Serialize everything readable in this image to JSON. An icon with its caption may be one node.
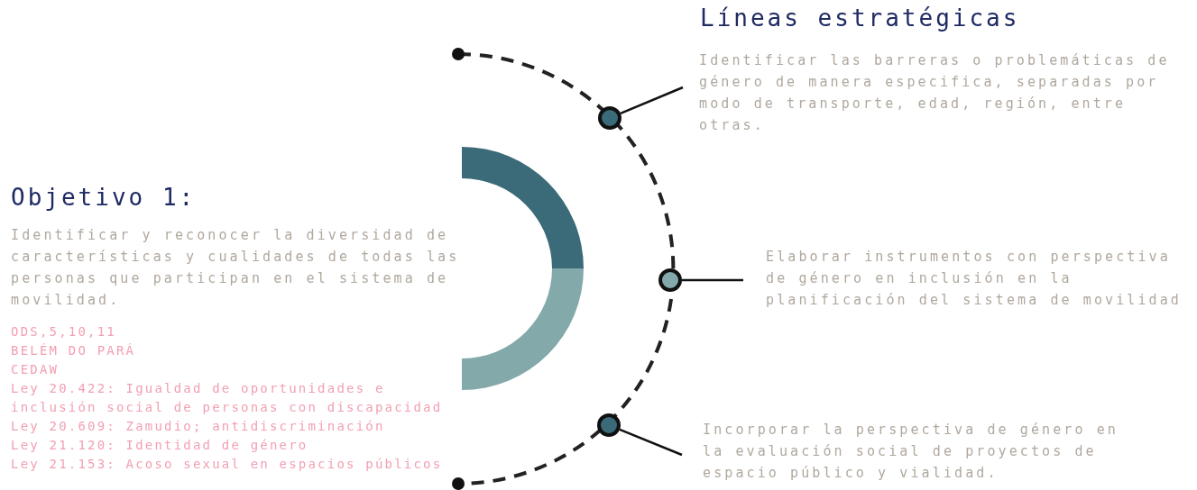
{
  "diagram": {
    "title": "Líneas estratégicas",
    "nodes": [
      {
        "text": [],
        "shape": "circle"
      },
      {
        "text": [
          "Identificar las barreras o problemáticas de género de manera especifica, separadas por modo de transporte, edad, región, entre otras."
        ]
      },
      {
        "text": [],
        "shape": "circle"
      },
      {
        "text": [
          "Elaborar instrumentos con perspectiva de género en inclusión en la planificación del sistema de movilidad"
        ]
      },
      {
        "text": [],
        "shape": "circle"
      },
      {
        "text": [
          "Incorporar la perspectiva de género en la evaluación social de proyectos de espacio público y vialidad."
        ]
      }
    ],
    "edges": [
      {
        "from": 0,
        "to": 1,
        "arrow": "none"
      },
      {
        "from": 2,
        "to": 3,
        "arrow": "none"
      },
      {
        "from": 4,
        "to": 5,
        "arrow": "none"
      }
    ],
    "labels": [
      "Objetivo 1:",
      "Identificar y reconocer la diversidad de características y cualidades de todas las personas que participan en el sistema de movilidad.",
      "ODS,5,10,11",
      "BELÉM DO PARÁ",
      "CEDAW",
      "Ley 20.422: Igualdad de oportunidades e inclusión social de personas con discapacidad",
      "Ley 20.609: Zamudio; antidiscriminación",
      "Ley 21.120: Identidad de género",
      "Ley 21.153: Acoso sexual en espacios públicos"
    ]
  }
}
